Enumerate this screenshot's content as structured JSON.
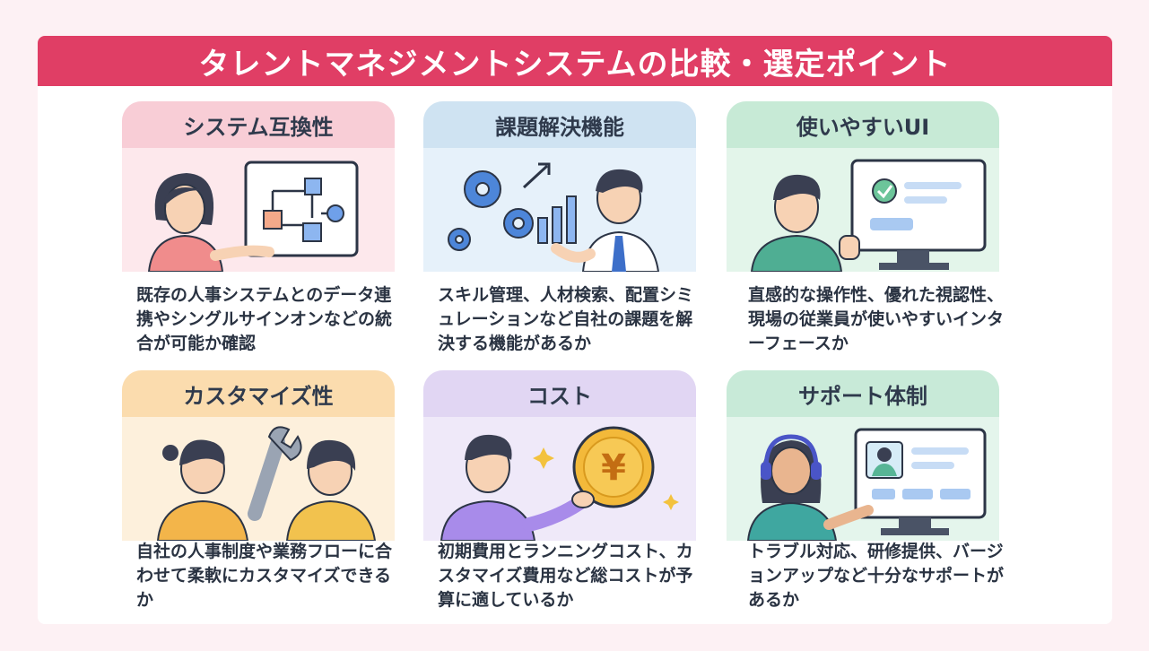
{
  "title": "タレントマネジメントシステムの比較・選定ポイント",
  "cards": [
    {
      "heading": "システム互換性",
      "text": "既存の人事システムとのデータ連携やシングルサインオンなどの統合が可能か確認"
    },
    {
      "heading": "課題解決機能",
      "text": "スキル管理、人材検索、配置シミュレーションなど自社の課題を解決する機能があるか"
    },
    {
      "heading": "使いやすいUI",
      "text": "直感的な操作性、優れた視認性、現場の従業員が使いやすいインターフェースか"
    },
    {
      "heading": "カスタマイズ性",
      "text": "自社の人事制度や業務フローに合わせて柔軟にカスタマイズできるか"
    },
    {
      "heading": "コスト",
      "text": "初期費用とランニングコスト、カスタマイズ費用など総コストが予算に適しているか",
      "coin_symbol": "¥"
    },
    {
      "heading": "サポート体制",
      "text": "トラブル対応、研修提供、バージョンアップなど十分なサポートがあるか"
    }
  ]
}
